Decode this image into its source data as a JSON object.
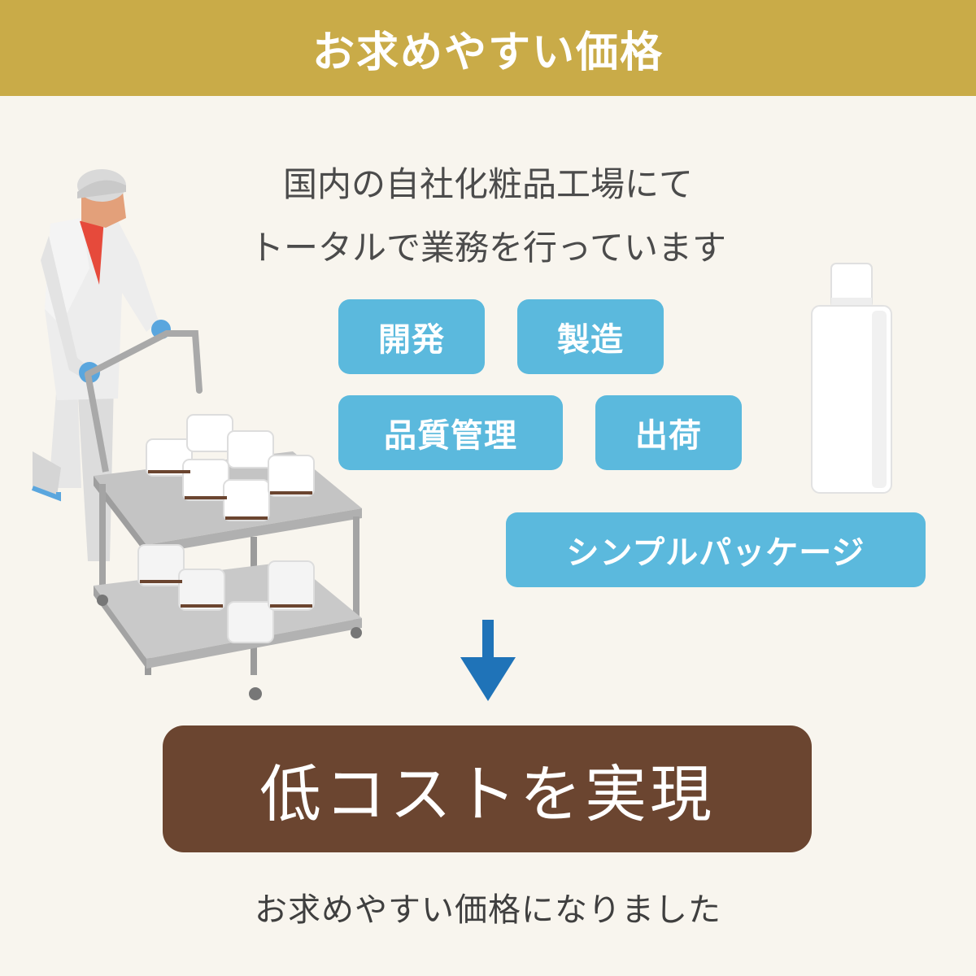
{
  "header": {
    "title": "お求めやすい価格"
  },
  "intro": {
    "line1": "国内の自社化粧品工場にて",
    "line2": "トータルで業務を行っています"
  },
  "tags": {
    "development": "開発",
    "manufacturing": "製造",
    "quality_control": "品質管理",
    "shipping": "出荷",
    "simple_package": "シンプルパッケージ"
  },
  "result": {
    "label": "低コストを実現"
  },
  "footer": {
    "text": "お求めやすい価格になりました"
  },
  "colors": {
    "header_bg": "#c9ab48",
    "tag_bg": "#5bb9dd",
    "result_bg": "#6b4530",
    "arrow": "#1f73b8",
    "page_bg": "#f8f5ee"
  },
  "icons": {
    "arrow": "down-arrow-icon"
  }
}
